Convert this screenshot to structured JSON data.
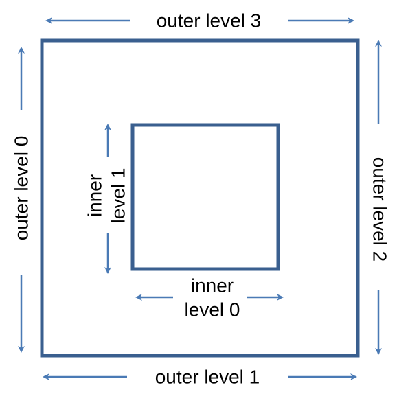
{
  "labels": {
    "outer_level_0": "outer level 0",
    "outer_level_1": "outer level 1",
    "outer_level_2": "outer level 2",
    "outer_level_3": "outer level 3",
    "inner_level_0_line1": "inner",
    "inner_level_0_line2": "level 0",
    "inner_level_1_line1": "inner",
    "inner_level_1_line2": "level 1"
  },
  "colors": {
    "square_stroke": "#3a5f8f",
    "arrow": "#4a7ab5",
    "text": "#000000",
    "background": "#ffffff"
  }
}
